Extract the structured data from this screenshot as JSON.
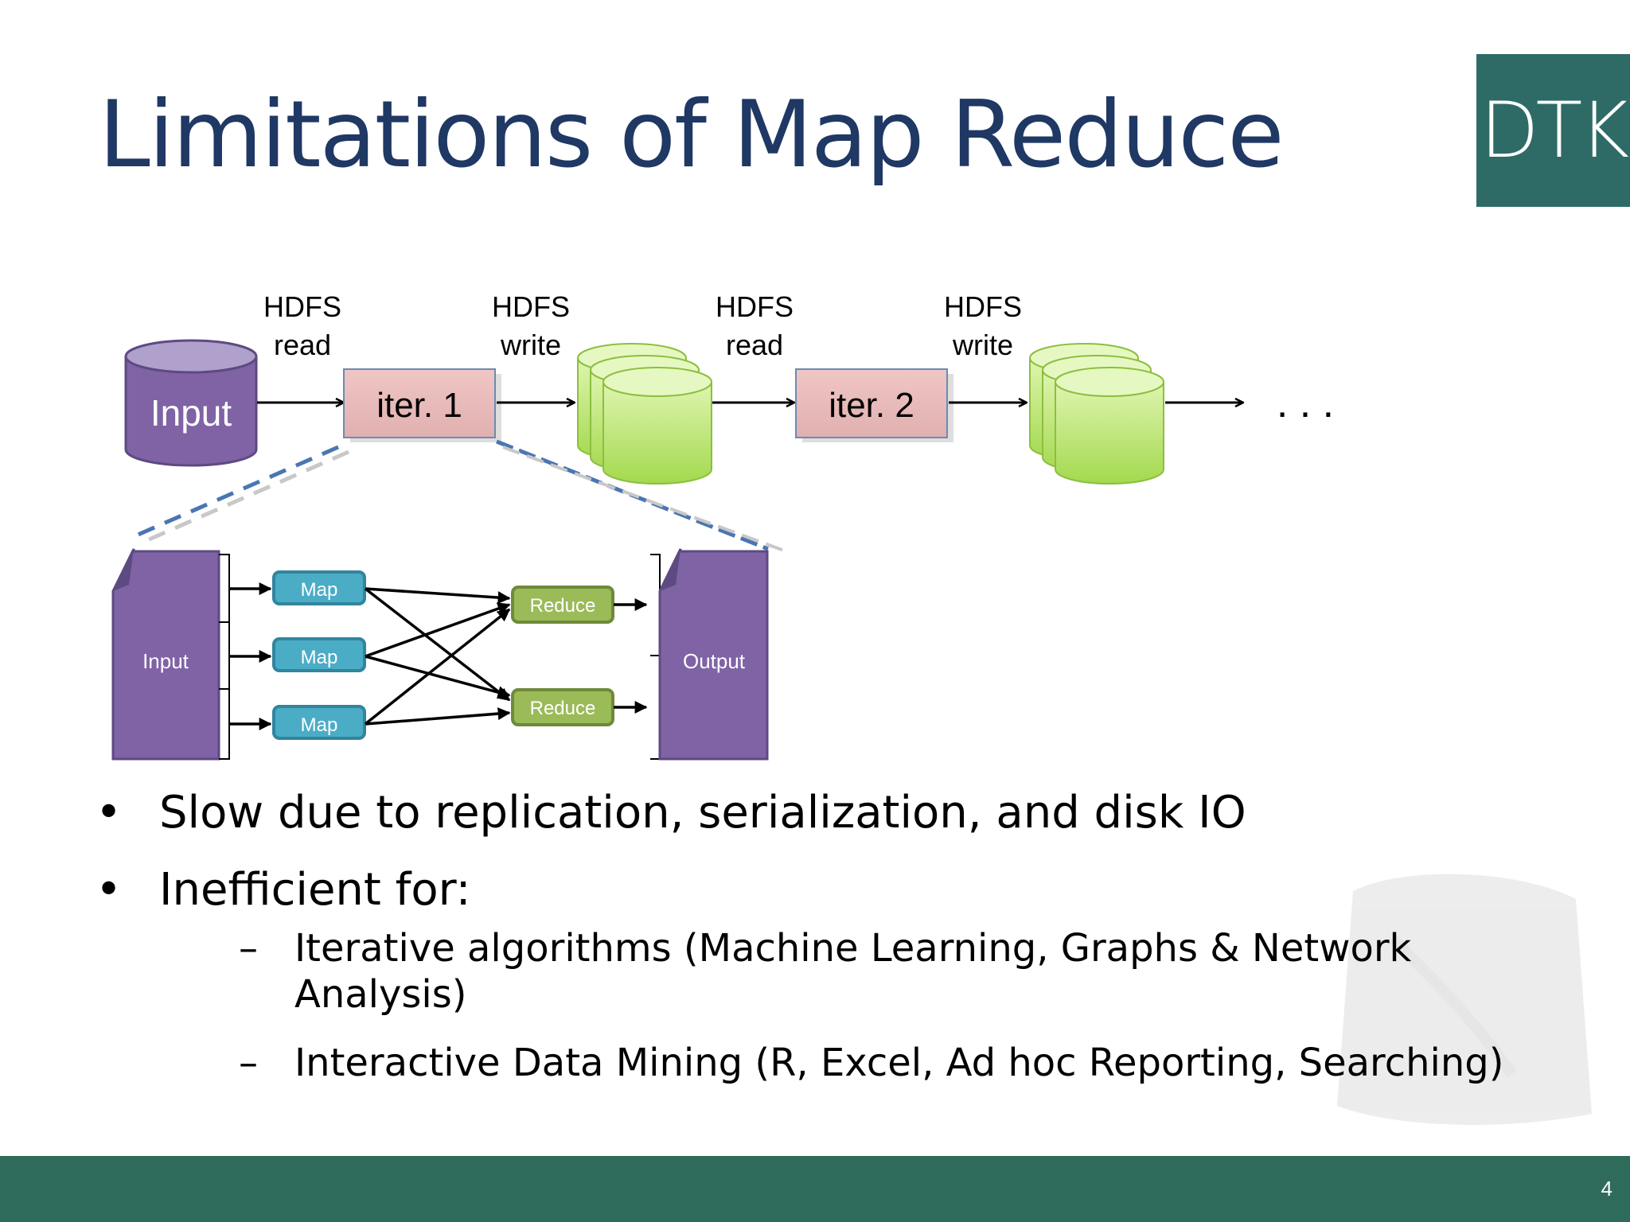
{
  "slide": {
    "title": "Limitations of Map Reduce",
    "logo_text": "DTK",
    "page_number": "4"
  },
  "diagram": {
    "top_flow": {
      "input_label": "Input",
      "iter1_label": "iter. 1",
      "iter2_label": "iter. 2",
      "ellipsis": ". . .",
      "hdfs_labels": [
        {
          "line1": "HDFS",
          "line2": "read"
        },
        {
          "line1": "HDFS",
          "line2": "write"
        },
        {
          "line1": "HDFS",
          "line2": "read"
        },
        {
          "line1": "HDFS",
          "line2": "write"
        }
      ]
    },
    "detail": {
      "input_label": "Input",
      "output_label": "Output",
      "map_labels": [
        "Map",
        "Map",
        "Map"
      ],
      "reduce_labels": [
        "Reduce",
        "Reduce"
      ]
    }
  },
  "bullets": [
    {
      "text": "Slow due to replication, serialization, and disk IO"
    },
    {
      "text": "Inefficient for:",
      "sub": [
        "Iterative algorithms (Machine Learning, Graphs & Network Analysis)",
        "Interactive Data Mining (R, Excel, Ad hoc Reporting, Searching)"
      ]
    }
  ],
  "colors": {
    "title": "#1f3864",
    "logo_bg": "#2e6b67",
    "bottom_bar": "#2e6b5b",
    "input_purple": "#7f63a5",
    "iter_pink": "#e6b8b7",
    "cylinder_green": "#b5e36e",
    "map_blue": "#4bacc6",
    "reduce_green": "#9bbb59"
  }
}
